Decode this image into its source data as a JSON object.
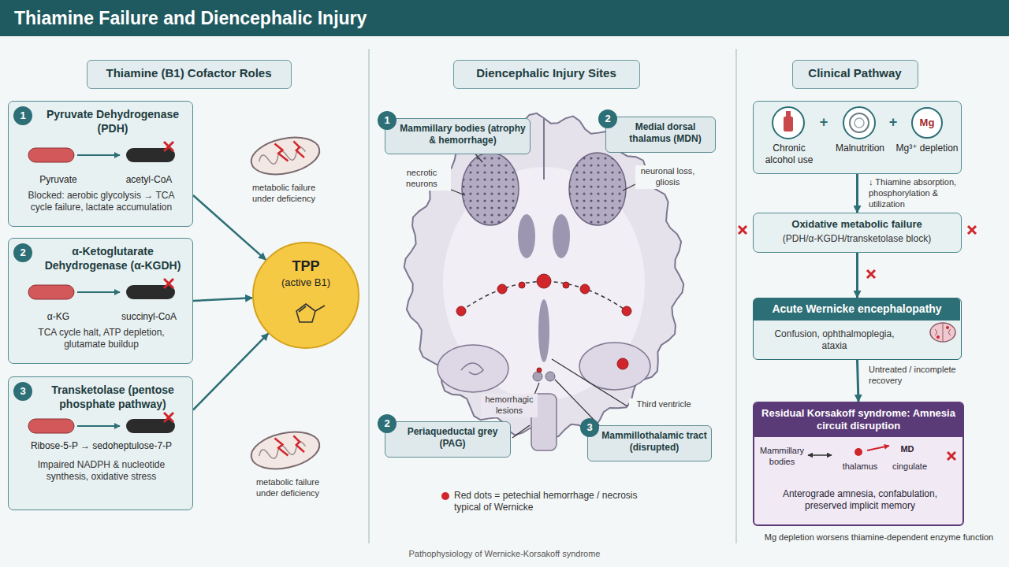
{
  "diagram": {
    "title": "Thiamine Failure and Diencephalic Injury",
    "caption": "Pathophysiology of Wernicke-Korsakoff syndrome",
    "nodes": [
      {
        "text": [
          "Thiamine (B1) Cofactor Roles"
        ]
      },
      {
        "text": [
          "1",
          "Pyruvate Dehydrogenase (PDH)",
          "Pyruvate",
          "acetyl-CoA",
          "Blocked: aerobic glycolysis → TCA cycle failure, lactate accumulation"
        ]
      },
      {
        "text": [
          "2",
          "α-Ketoglutarate Dehydrogenase (α-KGDH)",
          "α-KG",
          "succinyl-CoA",
          "TCA cycle halt, ATP depletion, glutamate buildup"
        ]
      },
      {
        "text": [
          "3",
          "Transketolase (pentose phosphate pathway)",
          "Ribose-5-P → sedoheptulose-7-P",
          "Impaired NADPH & nucleotide synthesis, oxidative stress"
        ]
      },
      {
        "text": [
          "TPP",
          "(active B1)"
        ]
      },
      {
        "text": [
          "Diencephalic Injury Sites"
        ]
      },
      {
        "text": [
          "1",
          "Mammillary bodies (atrophy & hemorrhage)"
        ]
      },
      {
        "text": [
          "2",
          "Medial dorsal thalamus (MDN)"
        ]
      },
      {
        "text": [
          "2",
          "Periaqueductal grey (PAG)"
        ]
      },
      {
        "text": [
          "3",
          "Mammillothalamic tract (disrupted)"
        ]
      },
      {
        "text": [
          "Clinical Pathway"
        ]
      },
      {
        "text": [
          "Chronic alcohol use",
          "Malnutrition",
          "Mg³⁺ depletion"
        ]
      },
      {
        "text": [
          "Mg"
        ],
        "in": 11
      },
      {
        "text": [
          "Oxidative metabolic failure",
          "(PDH/α-KGDH/transketolase block)"
        ]
      },
      {
        "text": [
          "Acute Wernicke encephalopathy",
          "Confusion, ophthalmoplegia, ataxia"
        ]
      },
      {
        "text": [
          "Residual Korsakoff syndrome: Amnesia circuit disruption",
          "Mammillary bodies",
          "thalamus",
          "MD",
          "cingulate",
          "Anterograde amnesia, confabulation, preserved implicit memory"
        ]
      }
    ],
    "edges": [
      {
        "from": 1,
        "to": 4,
        "arrow": "to"
      },
      {
        "from": 2,
        "to": 4,
        "arrow": "to"
      },
      {
        "from": 3,
        "to": 4,
        "arrow": "to"
      },
      {
        "from": 11,
        "to": 13,
        "arrow": "to",
        "label": "↓ Thiamine absorption, phosphorylation & utilization"
      },
      {
        "from": 13,
        "to": 14,
        "arrow": "to"
      },
      {
        "from": 14,
        "to": 15,
        "arrow": "to",
        "label": "Untreated / incomplete recovery"
      }
    ],
    "labels": [
      "metabolic failure under deficiency",
      "metabolic failure under deficiency",
      "necrotic neurons",
      "neuronal loss, gliosis",
      "hemorrhagic lesions",
      "Third ventricle",
      "+",
      "+",
      "Mg depletion worsens thiamine-dependent enzyme function"
    ],
    "legend": [
      {
        "text": "Red dots = petechial hemorrhage / necrosis typical of Wernicke",
        "color": "#d0262b"
      }
    ]
  }
}
